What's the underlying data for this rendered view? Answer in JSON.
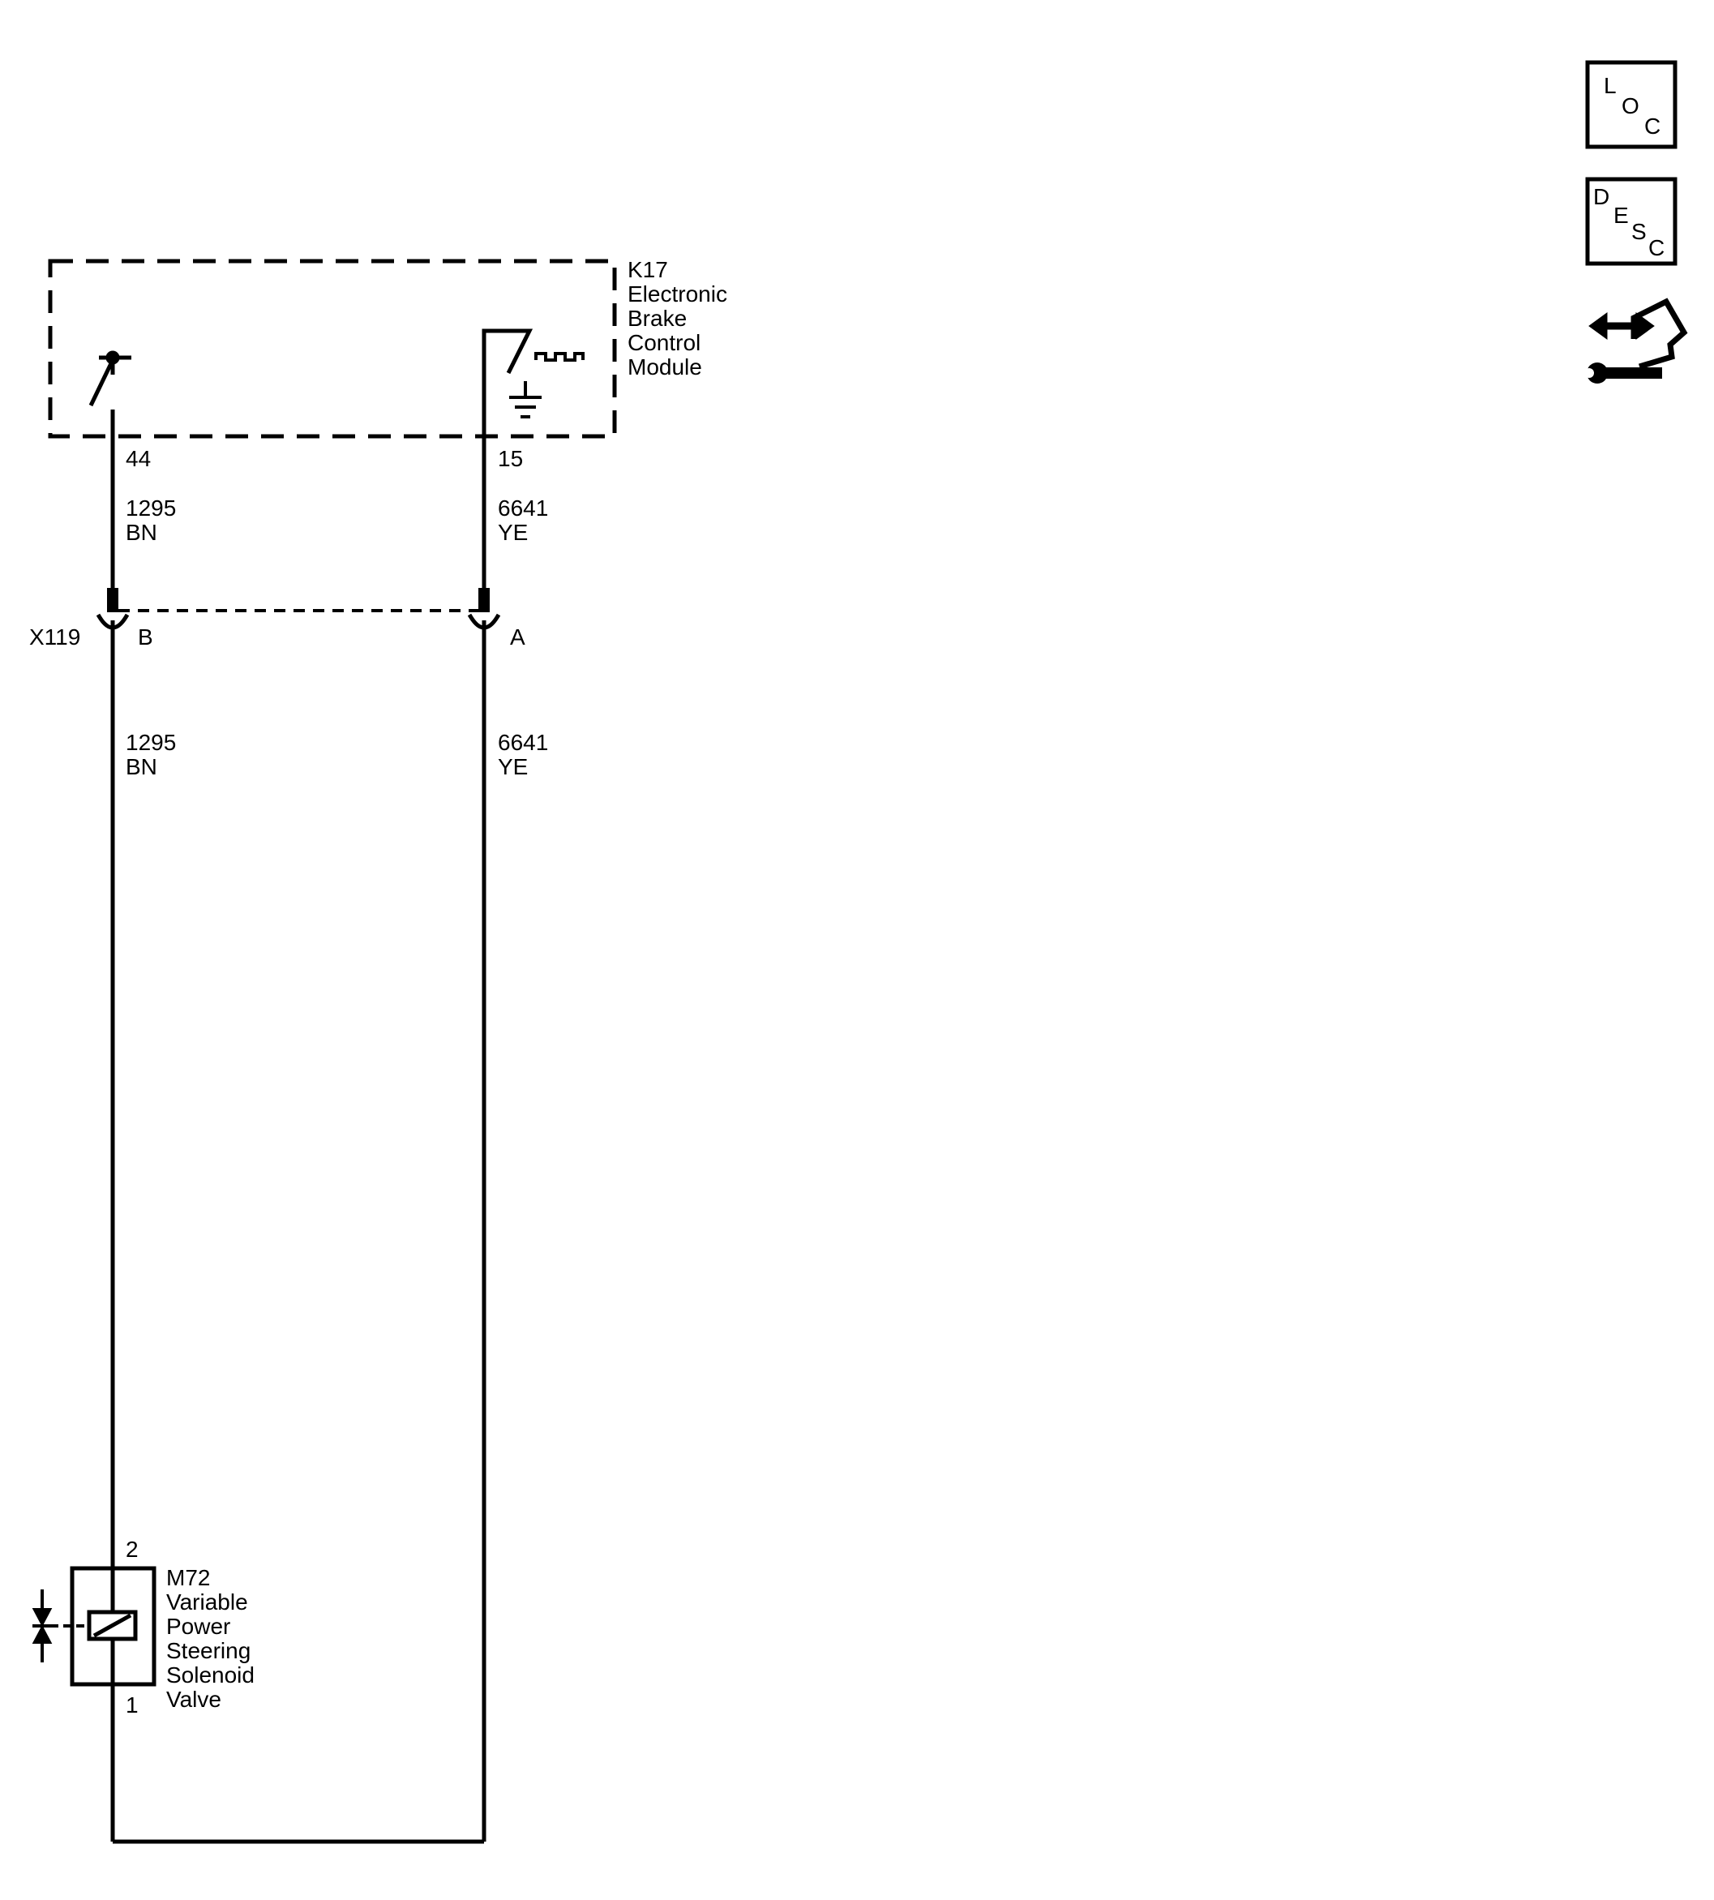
{
  "module": {
    "ref": "K17",
    "name_lines": [
      "Electronic",
      "Brake",
      "Control",
      "Module"
    ],
    "pin_left": "44",
    "pin_right": "15"
  },
  "wires": {
    "left_upper": {
      "circuit": "1295",
      "color": "BN"
    },
    "right_upper": {
      "circuit": "6641",
      "color": "YE"
    },
    "left_lower": {
      "circuit": "1295",
      "color": "BN"
    },
    "right_lower": {
      "circuit": "6641",
      "color": "YE"
    }
  },
  "connector": {
    "ref": "X119",
    "pin_left": "B",
    "pin_right": "A"
  },
  "component": {
    "ref": "M72",
    "name_lines": [
      "Variable",
      "Power",
      "Steering",
      "Solenoid",
      "Valve"
    ],
    "pin_top": "2",
    "pin_bottom": "1"
  },
  "icons": {
    "loc": {
      "letters": [
        "L",
        "O",
        "C"
      ]
    },
    "desc": {
      "letters": [
        "D",
        "E",
        "S",
        "C"
      ]
    },
    "service": {
      "name": "arrow-wrench-icon"
    }
  }
}
